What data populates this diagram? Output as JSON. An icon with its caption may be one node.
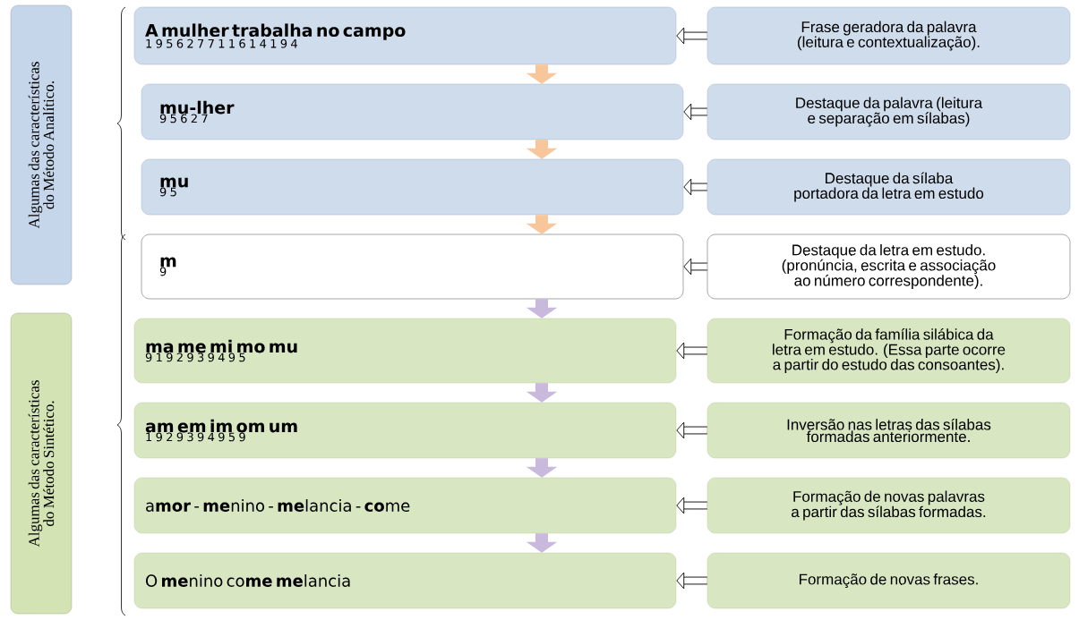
{
  "diagram": {
    "nodes": [
      {
        "text": [
          "Algumas das características do Método Analítico."
        ]
      },
      {
        "text": [
          "Algumas das características do Método Sintético."
        ]
      },
      {
        "text": [
          "A mulher trabalha no campo",
          "1 9 5 6 2 7 7 1 1 6 1 4 1 9 4"
        ]
      },
      {
        "text": [
          "mu-lher",
          "9 5 6 2 7"
        ]
      },
      {
        "text": [
          "mu",
          "9 5"
        ]
      },
      {
        "text": [
          "m",
          "9"
        ]
      },
      {
        "text": [
          "ma me mi mo mu",
          "9 1 9 2 9 3 9 4 9 5"
        ]
      },
      {
        "text": [
          "am em im om um",
          "1 9 2 9 3 9 4 9 5 9"
        ]
      },
      {
        "text": [
          "a**mor** - **me**nino - **me**lancia - **co**me"
        ]
      },
      {
        "text": [
          "O **me**nino co**me** **me**lancia"
        ]
      },
      {
        "text": [
          "Frase geradora da palavra (leitura e contextualização)."
        ]
      },
      {
        "text": [
          "Destaque da palavra (leitura e separação em sílabas)"
        ]
      },
      {
        "text": [
          "Destaque da sílaba portadora da letra em estudo"
        ]
      },
      {
        "text": [
          "Destaque da letra em estudo. (pronúncia, escrita e associação ao número correspondente)."
        ]
      },
      {
        "text": [
          "Formação da família silábica da letra em estudo. (Essa parte ocorre a partir do estudo das consoantes)."
        ]
      },
      {
        "text": [
          "Inversão nas letras das sílabas formadas anteriormente."
        ]
      },
      {
        "text": [
          "Formação de novas palavras a partir das sílabas formadas."
        ]
      },
      {
        "text": [
          "Formação de novas frases."
        ]
      }
    ],
    "edges": [
      {
        "from": 10,
        "to": 2,
        "arrow": "to"
      },
      {
        "from": 11,
        "to": 3,
        "arrow": "to"
      },
      {
        "from": 12,
        "to": 4,
        "arrow": "to"
      },
      {
        "from": 13,
        "to": 5,
        "arrow": "to"
      },
      {
        "from": 14,
        "to": 6,
        "arrow": "to"
      },
      {
        "from": 15,
        "to": 7,
        "arrow": "to"
      },
      {
        "from": 16,
        "to": 8,
        "arrow": "to"
      },
      {
        "from": 17,
        "to": 9,
        "arrow": "to"
      },
      {
        "from": 2,
        "to": 3,
        "arrow": "to",
        "color": "#f7c79b"
      },
      {
        "from": 3,
        "to": 4,
        "arrow": "to",
        "color": "#f7c79b"
      },
      {
        "from": 4,
        "to": 5,
        "arrow": "to",
        "color": "#f7c79b"
      },
      {
        "from": 5,
        "to": 6,
        "arrow": "to",
        "color": "#c9b9dd"
      },
      {
        "from": 6,
        "to": 7,
        "arrow": "to",
        "color": "#c9b9dd"
      },
      {
        "from": 7,
        "to": 8,
        "arrow": "to",
        "color": "#c9b9dd"
      },
      {
        "from": 8,
        "to": 9,
        "arrow": "to",
        "color": "#c9b9dd"
      }
    ]
  }
}
